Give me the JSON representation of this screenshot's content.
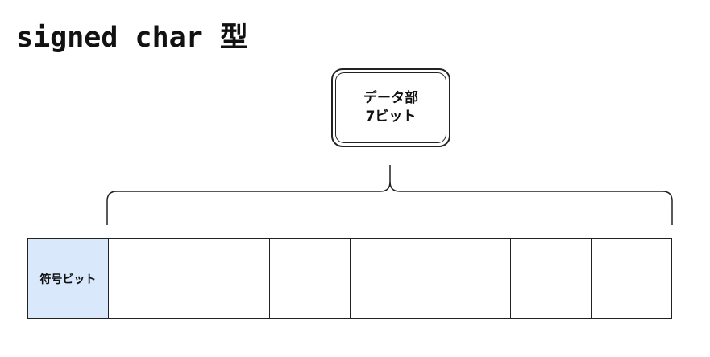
{
  "title": "signed char 型",
  "callout": {
    "line1": "データ部",
    "line2": "7ビット"
  },
  "bit_row": {
    "sign_label": "符号ビット",
    "cell_count": 8,
    "sign_color": "#dae8fc"
  }
}
